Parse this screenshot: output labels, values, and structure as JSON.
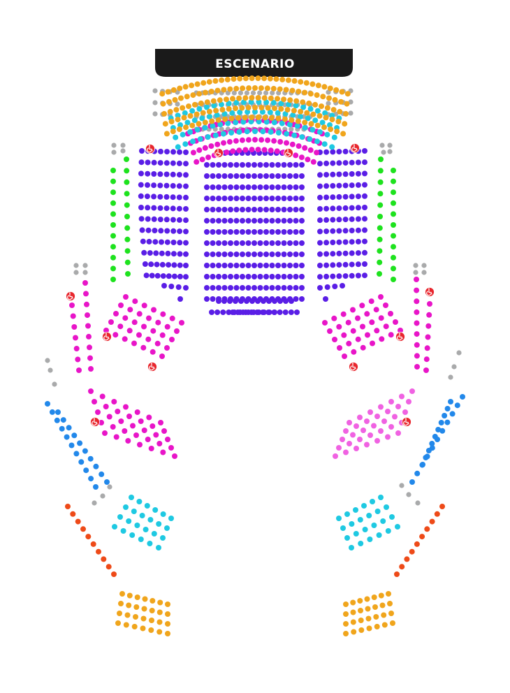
{
  "stage": {
    "label": "ESCENARIO",
    "color": "#1a1a1a"
  },
  "zones": [
    {
      "name": "escenario-rows",
      "color": "#a9aaab"
    },
    {
      "name": "platea-front",
      "color": "#5a1ee6"
    },
    {
      "name": "platea-side",
      "color": "#1ee21e"
    },
    {
      "name": "platea-rear",
      "color": "#e815c8"
    },
    {
      "name": "anfiteatro-rear",
      "color": "#f062e2"
    },
    {
      "name": "palco",
      "color": "#2288ea"
    },
    {
      "name": "primer-piso",
      "color": "#1ec9e2"
    },
    {
      "name": "segundo-piso",
      "color": "#f0a51c"
    },
    {
      "name": "balcony-side",
      "color": "#ee4a18"
    },
    {
      "name": "aisle-grey",
      "color": "#a9aaab"
    }
  ],
  "accessibility": {
    "icon": "wheelchair-icon",
    "color": "#e8262d"
  }
}
